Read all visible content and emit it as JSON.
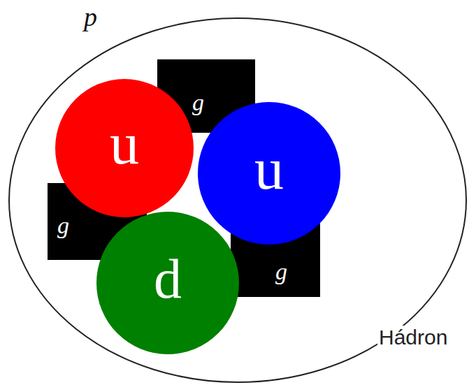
{
  "diagram": {
    "nodes": [
      {
        "text": [
          "p"
        ]
      },
      {
        "text": [
          "g"
        ],
        "in": 0
      },
      {
        "text": [
          "u"
        ],
        "in": 0
      },
      {
        "text": [
          "u"
        ],
        "in": 0
      },
      {
        "text": [
          "g"
        ],
        "in": 0
      },
      {
        "text": [
          "d"
        ],
        "in": 0
      },
      {
        "text": [
          "g"
        ],
        "in": 0
      }
    ],
    "labels": [
      "Hádron"
    ]
  }
}
